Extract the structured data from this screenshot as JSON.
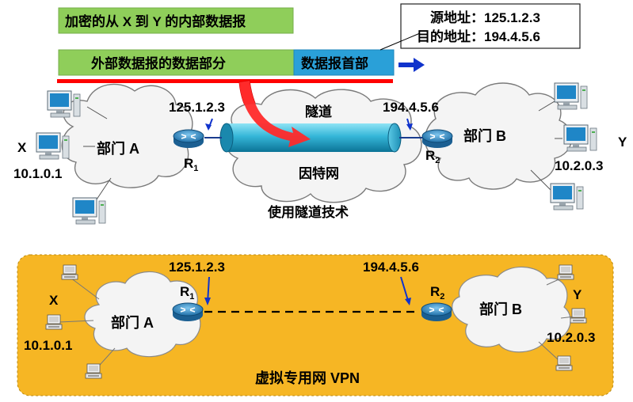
{
  "top_packet": {
    "inner_label": "加密的从 X 到 Y 的内部数据报",
    "outer_data_label": "外部数据报的数据部分",
    "outer_header_label": "数据报首部",
    "src_addr_label": "源地址：125.1.2.3",
    "dst_addr_label": "目的地址：194.4.5.6"
  },
  "tunnel_diagram": {
    "left_ip": "125.1.2.3",
    "right_ip": "194.4.5.6",
    "tunnel_label": "隧道",
    "internet_label": "因特网",
    "caption": "使用隧道技术",
    "dept_a": "部门 A",
    "dept_b": "部门 B",
    "host_x": "X",
    "host_y": "Y",
    "x_ip": "10.1.0.1",
    "y_ip": "10.2.0.3",
    "r1": "R",
    "r1_sub": "1",
    "r2": "R",
    "r2_sub": "2"
  },
  "vpn_diagram": {
    "left_ip": "125.1.2.3",
    "right_ip": "194.4.5.6",
    "dept_a": "部门 A",
    "dept_b": "部门 B",
    "host_x": "X",
    "host_y": "Y",
    "x_ip": "10.1.0.1",
    "y_ip": "10.2.0.3",
    "r1": "R",
    "r1_sub": "1",
    "r2": "R",
    "r2_sub": "2",
    "caption": "虚拟专用网 VPN"
  }
}
